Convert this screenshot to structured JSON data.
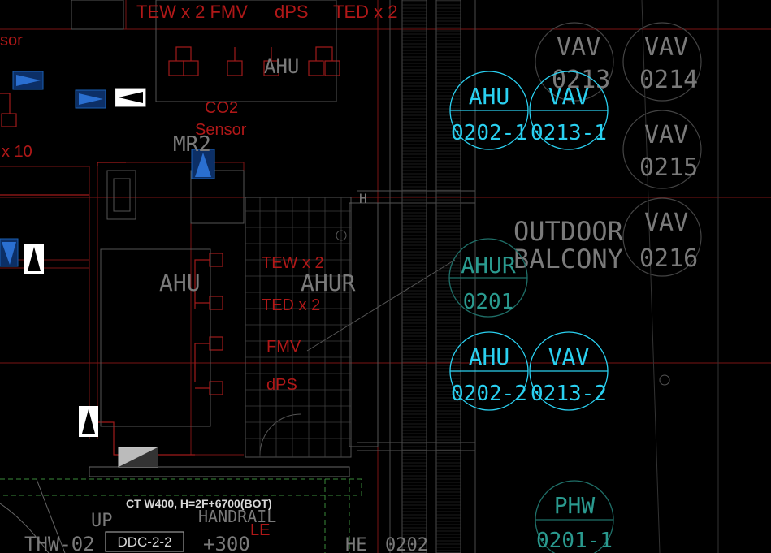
{
  "drawing": {
    "labels_red": {
      "tew_fmv": "TEW x 2 FMV",
      "dps_top": "dPS",
      "ted_top": "TED x 2",
      "sensor_frag": "sor",
      "co2_line1": "CO2",
      "co2_line2": "Sensor",
      "x10": "x 10",
      "tew_mid": "TEW x 2",
      "ted_mid": "TED x 2",
      "fmv_mid": "FMV",
      "dps_mid": "dPS",
      "le": "LE"
    },
    "labels_grey": {
      "ahu_top": "AHU",
      "mr": "MR2",
      "ahu_left": "AHU",
      "ahur_mid": "AHUR",
      "outdoor": "OUTDOOR",
      "balcony": "BALCONY",
      "vav_0213_top": "VAV",
      "vav_0213_num": "0213",
      "vav_0214_top": "VAV",
      "vav_0214_num": "0214",
      "vav_0215_top": "VAV",
      "vav_0215_num": "0215",
      "vav_0216_top": "VAV",
      "vav_0216_num": "0216",
      "up": "UP",
      "handrail": "HANDRAIL",
      "thw": "THW-02",
      "plus300": "+300",
      "h_mark": "H",
      "he": "HE",
      "num_0202": "0202"
    },
    "tags_cyan": [
      {
        "top": "AHU",
        "bottom": "0202-1"
      },
      {
        "top": "VAV",
        "bottom": "0213-1"
      },
      {
        "top": "AHU",
        "bottom": "0202-2"
      },
      {
        "top": "VAV",
        "bottom": "0213-2"
      }
    ],
    "tags_teal": [
      {
        "top": "AHUR",
        "bottom": "0201"
      },
      {
        "top": "PHW",
        "bottom": "0201-1"
      }
    ],
    "white_labels": {
      "ct": "CT W400, H=2F+6700(BOT)",
      "ddc": "DDC-2-2"
    },
    "colors": {
      "red": "#b01818",
      "grey": "#7a7a7a",
      "cyan": "#2ad0f0",
      "teal": "#2a9a8f",
      "blue_device": "#1a5fb4",
      "green_dash": "#3a8a3a"
    }
  }
}
